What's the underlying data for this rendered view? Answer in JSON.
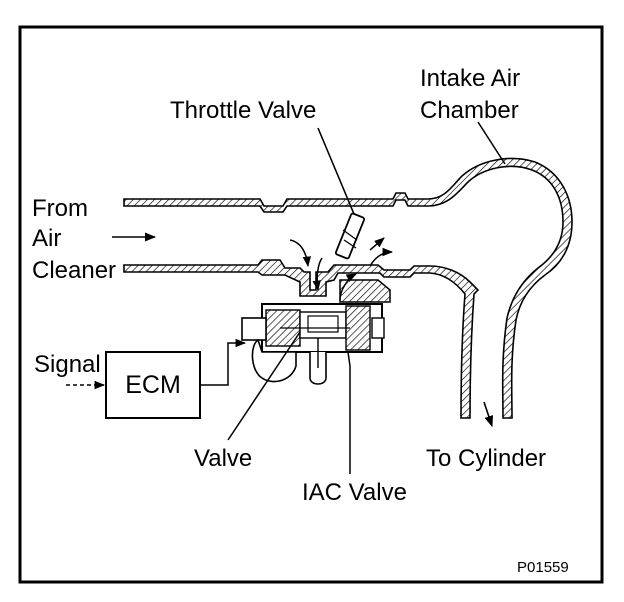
{
  "labels": {
    "throttle_valve": "Throttle Valve",
    "intake_air_line1": "Intake Air",
    "intake_air_line2": "Chamber",
    "from_line1": "From",
    "from_line2": "Air",
    "from_line3": "Cleaner",
    "signal": "Signal",
    "ecm": "ECM",
    "valve": "Valve",
    "iac_valve": "IAC Valve",
    "to_cylinder": "To Cylinder",
    "figure_code": "P01559"
  },
  "colors": {
    "ink": "#000000",
    "paper": "#ffffff"
  }
}
